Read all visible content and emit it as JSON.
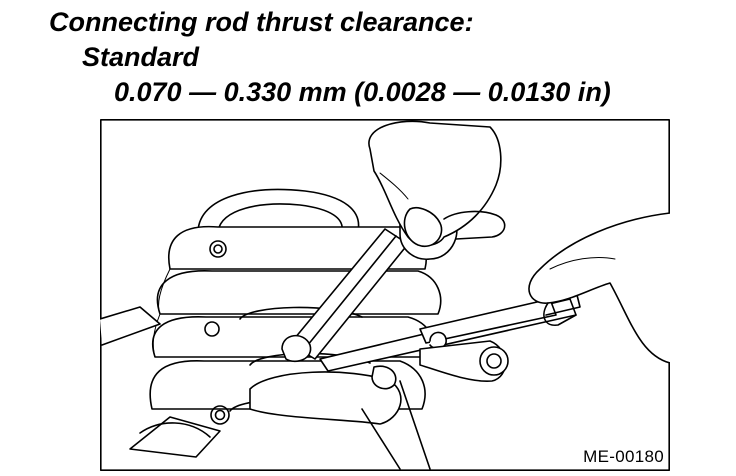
{
  "spec": {
    "title": "Connecting rod thrust clearance:",
    "grade": "Standard",
    "value": "0.070 — 0.330 mm (0.0028 — 0.0130 in)"
  },
  "figure": {
    "code": "ME-00180"
  }
}
